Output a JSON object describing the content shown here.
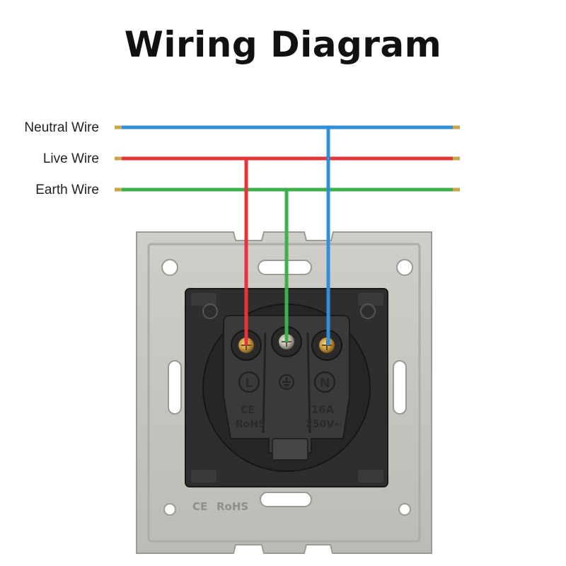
{
  "title": "Wiring Diagram",
  "wires": [
    {
      "id": "neutral",
      "label": "Neutral Wire",
      "color": "#2f8fd8"
    },
    {
      "id": "live",
      "label": "Live Wire",
      "color": "#e5353a"
    },
    {
      "id": "earth",
      "label": "Earth Wire",
      "color": "#3cb14a"
    }
  ],
  "terminals": {
    "live_symbol": "L",
    "neutral_symbol": "N",
    "earth_symbol": "earth-ground-icon"
  },
  "markings": {
    "ce": "CE",
    "rohs": "RoHS",
    "rating_current": "16A",
    "rating_voltage": "250V~",
    "frame_ce": "CE",
    "frame_rohs": "RoHS"
  },
  "colors": {
    "frame": "#c6c5bf",
    "frame_shadow": "#a9a8a2",
    "socket_body": "#2b2b2b",
    "terminal_block": "#383838",
    "screw": "#d4a648"
  }
}
